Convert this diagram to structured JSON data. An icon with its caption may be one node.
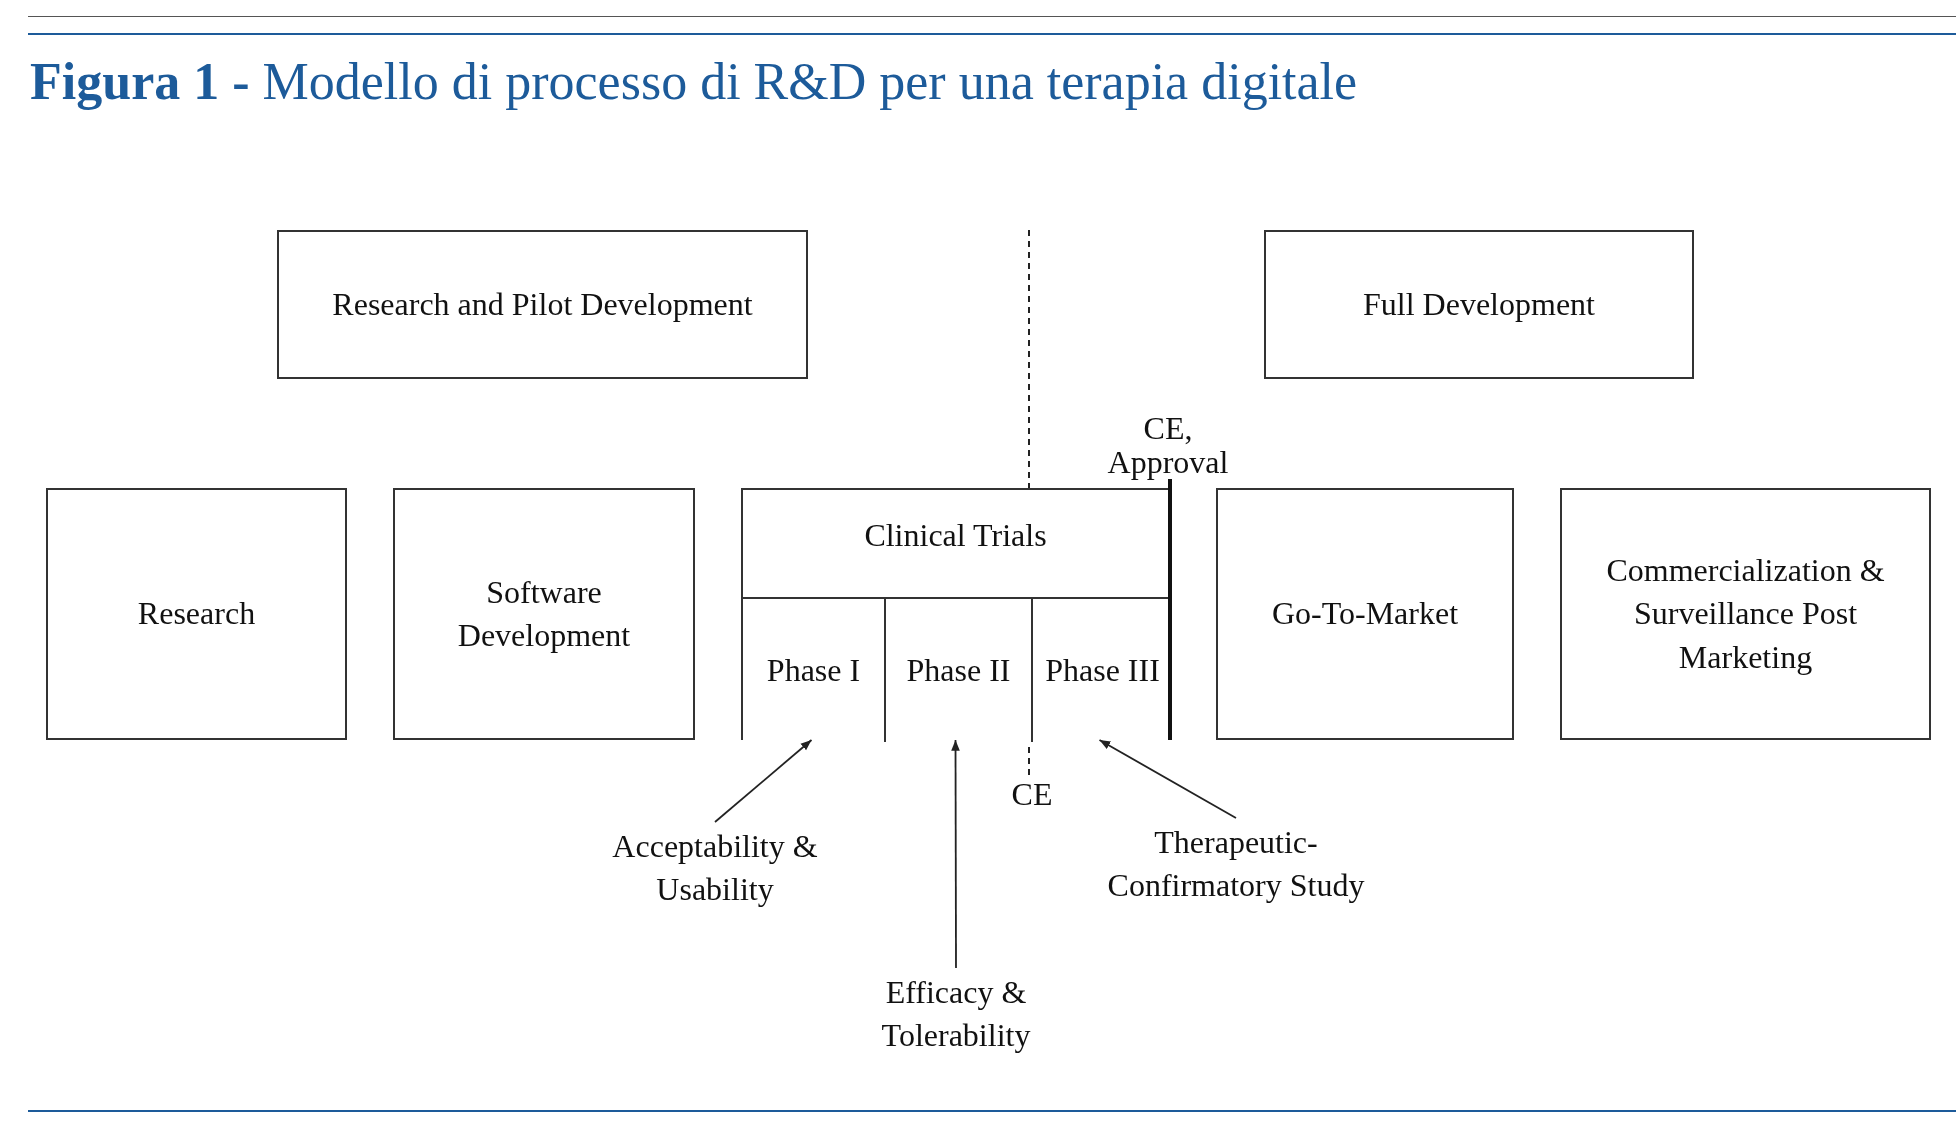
{
  "diagram": {
    "title": "**Figura 1 -** Modello di processo di R&D per una terapia digitale",
    "nodes": [
      {
        "text": [
          "Research and Pilot Development"
        ]
      },
      {
        "text": [
          "Full Development"
        ]
      },
      {
        "text": [
          "Research"
        ]
      },
      {
        "text": [
          "Software Development"
        ]
      },
      {
        "text": [
          "Clinical Trials"
        ]
      },
      {
        "text": [
          "Phase I"
        ],
        "in": 4
      },
      {
        "text": [
          "Phase II"
        ],
        "in": 4
      },
      {
        "text": [
          "Phase III"
        ],
        "in": 4
      },
      {
        "text": [
          "Go-To-Market"
        ]
      },
      {
        "text": [
          "Commercialization & Surveillance Post Marketing"
        ]
      },
      {
        "text": [
          "Acceptability & Usability"
        ]
      },
      {
        "text": [
          "Efficacy & Tolerability"
        ]
      },
      {
        "text": [
          "Therapeutic-Confirmatory Study"
        ]
      }
    ],
    "edges": [
      {
        "from": 10,
        "to": 5,
        "arrow": "to"
      },
      {
        "from": 11,
        "to": 6,
        "arrow": "to"
      },
      {
        "from": 12,
        "to": 7,
        "arrow": "to"
      }
    ],
    "labels": [
      "CE, Approval",
      "CE"
    ]
  }
}
